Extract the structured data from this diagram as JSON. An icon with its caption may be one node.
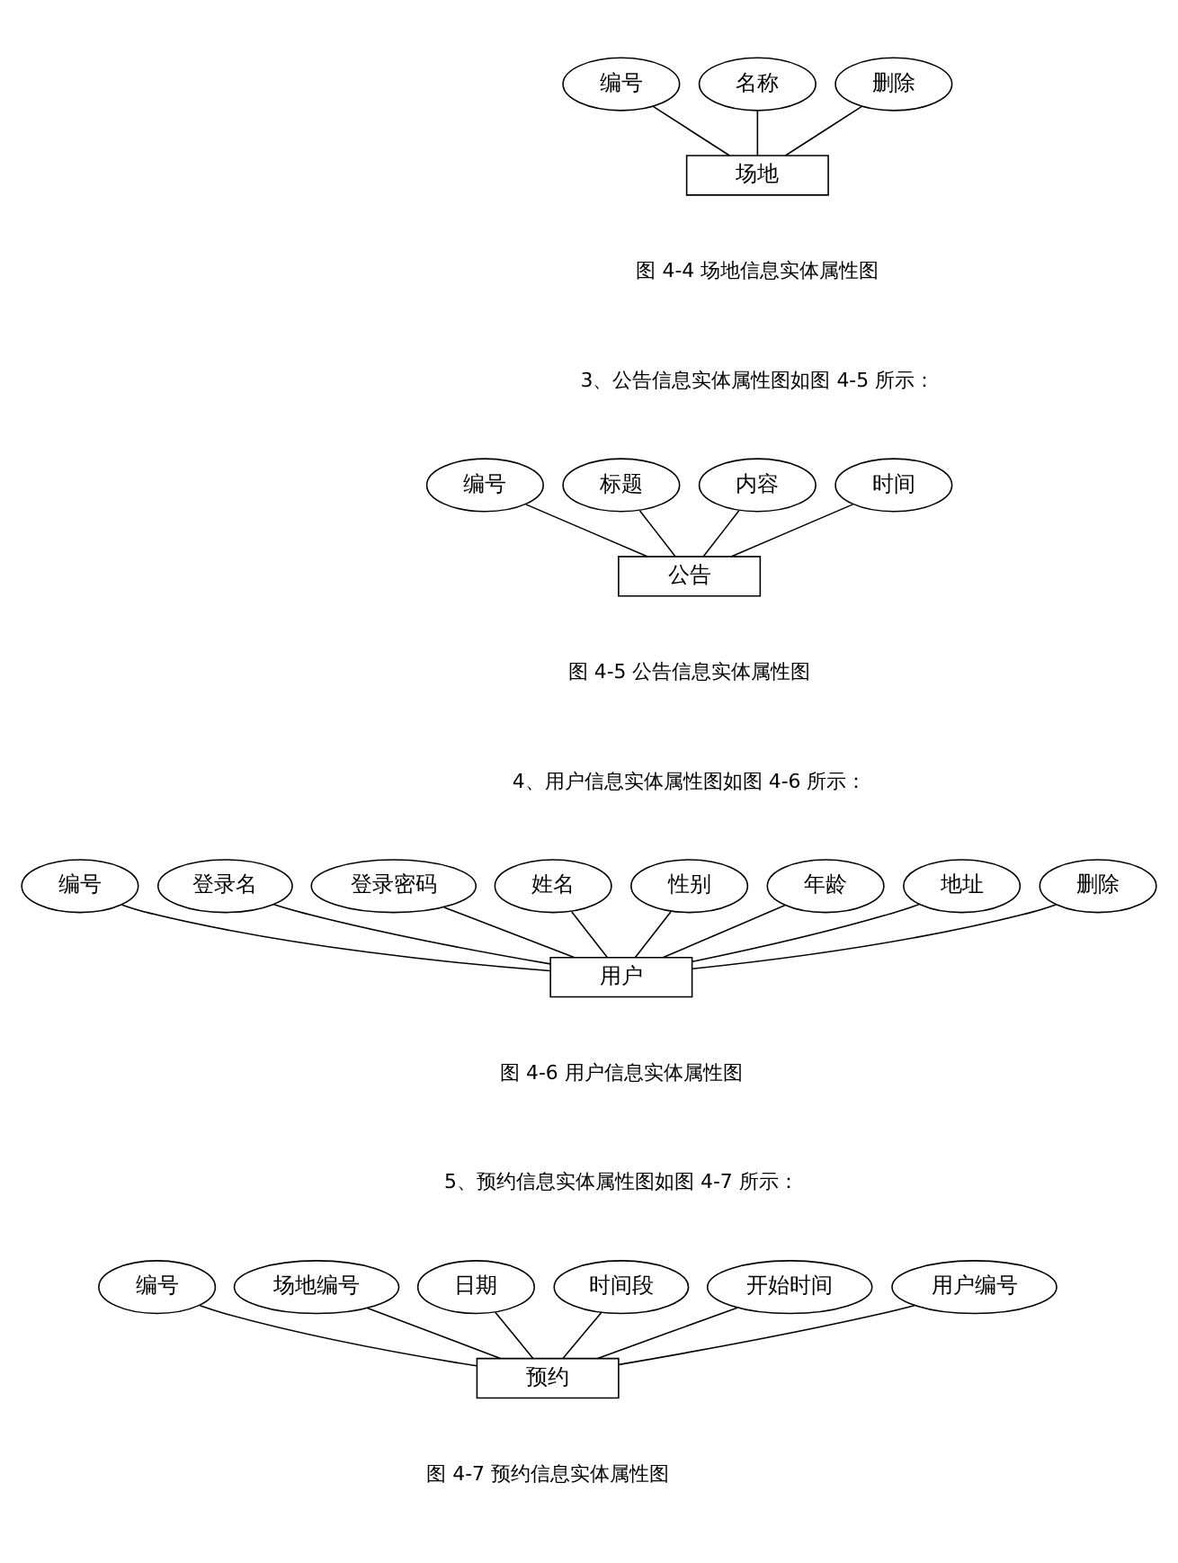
{
  "diagram": {
    "nodes": [
      {
        "text": [
          "名称"
        ]
      },
      {
        "text": [
          "编号"
        ]
      },
      {
        "text": [
          "删除"
        ]
      },
      {
        "text": [
          "场地"
        ]
      },
      {
        "text": [
          "标题"
        ]
      },
      {
        "text": [
          "内容"
        ]
      },
      {
        "text": [
          "编号"
        ]
      },
      {
        "text": [
          "时间"
        ]
      },
      {
        "text": [
          "公告"
        ]
      },
      {
        "text": [
          "姓名"
        ]
      },
      {
        "text": [
          "性别"
        ]
      },
      {
        "text": [
          "登录密码"
        ]
      },
      {
        "text": [
          "年龄"
        ]
      },
      {
        "text": [
          "登录名"
        ]
      },
      {
        "text": [
          "地址"
        ]
      },
      {
        "text": [
          "编号"
        ]
      },
      {
        "text": [
          "删除"
        ]
      },
      {
        "text": [
          "用户"
        ]
      },
      {
        "text": [
          "日期"
        ]
      },
      {
        "text": [
          "时间段"
        ]
      },
      {
        "text": [
          "场地编号"
        ]
      },
      {
        "text": [
          "开始时间"
        ]
      },
      {
        "text": [
          "编号"
        ]
      },
      {
        "text": [
          "用户编号"
        ]
      },
      {
        "text": [
          "预约"
        ]
      }
    ],
    "edges": [
      {
        "from": 1,
        "to": 3,
        "arrow": "none"
      },
      {
        "from": 0,
        "to": 3,
        "arrow": "none"
      },
      {
        "from": 2,
        "to": 3,
        "arrow": "none"
      },
      {
        "from": 6,
        "to": 8,
        "arrow": "none"
      },
      {
        "from": 4,
        "to": 8,
        "arrow": "none"
      },
      {
        "from": 5,
        "to": 8,
        "arrow": "none"
      },
      {
        "from": 7,
        "to": 8,
        "arrow": "none"
      },
      {
        "from": 15,
        "to": 17,
        "arrow": "none"
      },
      {
        "from": 13,
        "to": 17,
        "arrow": "none"
      },
      {
        "from": 11,
        "to": 17,
        "arrow": "none"
      },
      {
        "from": 9,
        "to": 17,
        "arrow": "none"
      },
      {
        "from": 10,
        "to": 17,
        "arrow": "none"
      },
      {
        "from": 12,
        "to": 17,
        "arrow": "none"
      },
      {
        "from": 14,
        "to": 17,
        "arrow": "none"
      },
      {
        "from": 16,
        "to": 17,
        "arrow": "none"
      },
      {
        "from": 22,
        "to": 24,
        "arrow": "none"
      },
      {
        "from": 20,
        "to": 24,
        "arrow": "none"
      },
      {
        "from": 18,
        "to": 24,
        "arrow": "none"
      },
      {
        "from": 19,
        "to": 24,
        "arrow": "none"
      },
      {
        "from": 21,
        "to": 24,
        "arrow": "none"
      },
      {
        "from": 23,
        "to": 24,
        "arrow": "none"
      }
    ],
    "labels": [
      "图 4-4 场地信息实体属性图",
      "3、公告信息实体属性图如图 4-5 所示：",
      "图 4-5 公告信息实体属性图",
      "4、用户信息实体属性图如图 4-6 所示：",
      "图 4-6 用户信息实体属性图",
      "5、预约信息实体属性图如图 4-7 所示：",
      "图 4-7 预约信息实体属性图"
    ]
  }
}
